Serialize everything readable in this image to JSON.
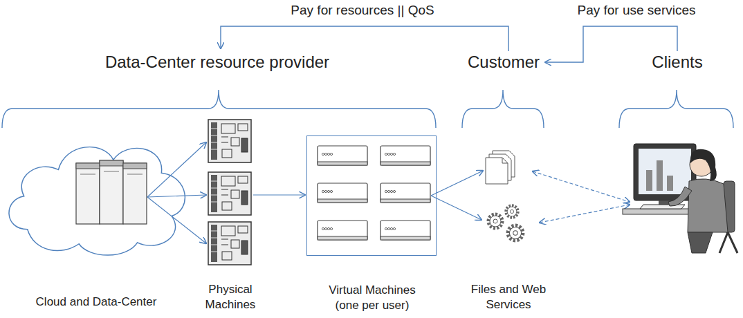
{
  "diagram": {
    "nodes": [
      {
        "text": [
          "Data-Center resource provider"
        ]
      },
      {
        "text": [
          "Customer"
        ]
      },
      {
        "text": [
          "Clients"
        ]
      },
      {
        "text": [
          "Cloud and Data-Center"
        ]
      },
      {
        "text": [
          "Virtual Machines (one per user)"
        ]
      }
    ],
    "edges": [
      {
        "from": 1,
        "to": 0,
        "label": "Pay for resources || QoS",
        "arrow": "to"
      },
      {
        "from": 2,
        "to": 1,
        "label": "Pay for use services",
        "arrow": "to"
      }
    ],
    "labels": [
      "Physical Machines",
      "Files and Web Services"
    ]
  }
}
